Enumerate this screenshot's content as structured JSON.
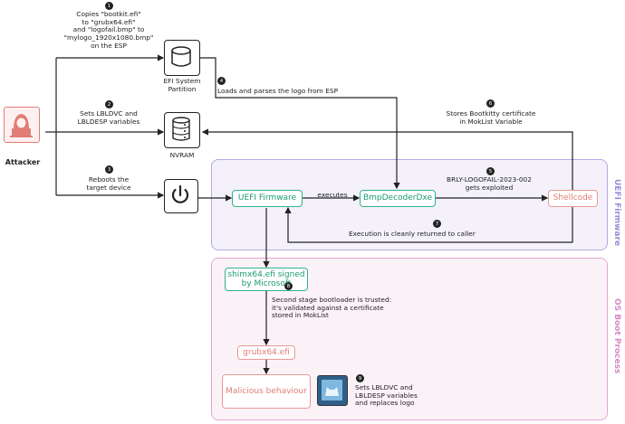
{
  "regions": {
    "uefi": "UEFI Firmware",
    "os": "OS Boot Process"
  },
  "attacker": {
    "label": "Attacker",
    "icon": "hooded-hacker-icon"
  },
  "components": {
    "esp": "EFI System Partition",
    "nvram": "NVRAM",
    "power_icon": "power-icon"
  },
  "nodes": {
    "uefi_firmware": "UEFI Firmware",
    "bmp_decoder": "BmpDecoderDxe",
    "shellcode": "Shellcode",
    "shim_line1": "shimx64.efi signed",
    "shim_line2": "by Microsoft",
    "grub": "grubx64.efi",
    "malicious": "Malicious behaviour"
  },
  "steps": {
    "s1": "1",
    "s2": "2",
    "s3": "3",
    "s4": "4",
    "s5": "5",
    "s6": "6",
    "s7": "7",
    "s8": "8",
    "s9": "9"
  },
  "captions": {
    "copies_1": "Copies \"bootkit.efi\"",
    "copies_2": "to \"grubx64.efi\"",
    "copies_3": "and \"logofail.bmp\" to",
    "copies_4": "\"mylogo_1920x1080.bmp\"",
    "copies_5": "on the ESP",
    "sets_1": "Sets LBLDVC and",
    "sets_2": "LBLDESP variables",
    "reboot_1": "Reboots the",
    "reboot_2": "target device",
    "loads": "Loads and parses the logo from ESP",
    "stores_1": "Stores Bootkitty certificate",
    "stores_2": "in MokList Variable",
    "executes": "executes",
    "exploited_1": "BRLY-LOGOFAIL-2023-002",
    "exploited_2": "gets exploited",
    "returned": "Execution is cleanly returned to caller",
    "trusted_1": "Second stage bootloader is trusted:",
    "trusted_2": "it's validated against a certificate",
    "trusted_3": "stored in MokList",
    "replaces_1": "Sets LBLDVC and",
    "replaces_2": "LBLDESP variables",
    "replaces_3": "and replaces logo"
  },
  "logo_icon": "bootkitty-logo-icon",
  "colors": {
    "green": "#2fb38b",
    "salmon": "#e89a93",
    "uefi_border": "#b7a9e6",
    "os_border": "#e3a7d6",
    "attacker": "#e07d76"
  }
}
